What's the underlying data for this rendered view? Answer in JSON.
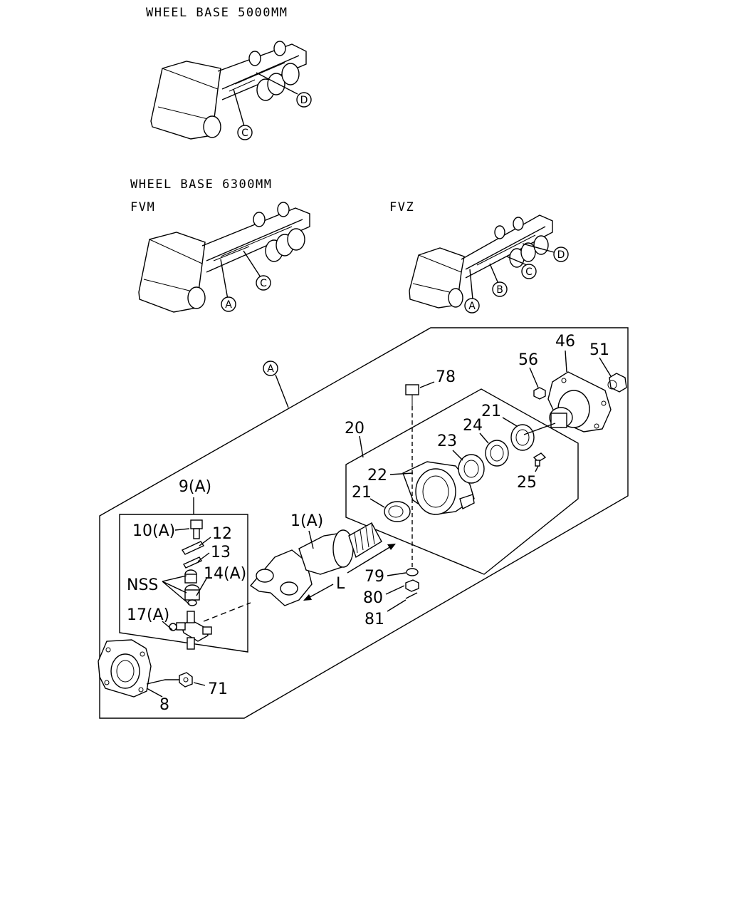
{
  "headings": {
    "wb5000": "WHEEL BASE 5000MM",
    "wb6300": "WHEEL BASE 6300MM",
    "fvm": "FVM",
    "fvz": "FVZ"
  },
  "callouts": {
    "truck1_c": "C",
    "truck1_d": "D",
    "truck2_a": "A",
    "truck2_c": "C",
    "truck3_a": "A",
    "truck3_b": "B",
    "truck3_c": "C",
    "truck3_d": "D",
    "group_a": "A"
  },
  "parts": {
    "p1": "1(A)",
    "p8": "8",
    "p9": "9(A)",
    "p10": "10(A)",
    "p12": "12",
    "p13": "13",
    "p14": "14(A)",
    "p17": "17(A)",
    "nss": "NSS",
    "p20": "20",
    "p21a": "21",
    "p21b": "21",
    "p22": "22",
    "p23": "23",
    "p24": "24",
    "p25": "25",
    "p46": "46",
    "p51": "51",
    "p56": "56",
    "p71": "71",
    "p78": "78",
    "p79": "79",
    "p80": "80",
    "p81": "81",
    "L": "L"
  }
}
